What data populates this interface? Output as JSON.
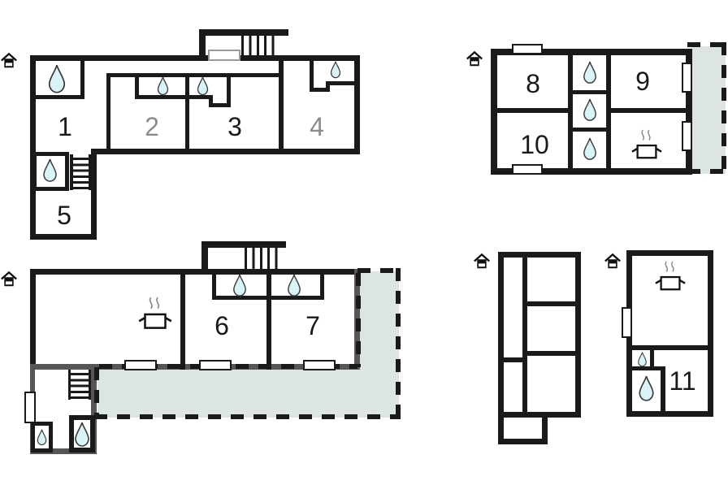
{
  "document": {
    "type": "vacation-house-floor-plan",
    "background": "#ffffff"
  },
  "colors": {
    "wall": "#1a1a1a",
    "gray_wall": "#565656",
    "terrace_fill": "#dce5e1",
    "drop_fill": "#d9f4f8",
    "drop_stroke": "#3a3a3a",
    "label_dark": "#1a1a1a",
    "label_gray": "#8c8c8c",
    "marker_fill": "#ffffff"
  },
  "rooms": [
    {
      "label": "1",
      "tone": "dark"
    },
    {
      "label": "2",
      "tone": "gray"
    },
    {
      "label": "3",
      "tone": "dark"
    },
    {
      "label": "4",
      "tone": "gray"
    },
    {
      "label": "5",
      "tone": "dark"
    },
    {
      "label": "6",
      "tone": "dark"
    },
    {
      "label": "7",
      "tone": "dark"
    },
    {
      "label": "8",
      "tone": "dark"
    },
    {
      "label": "9",
      "tone": "dark"
    },
    {
      "label": "10",
      "tone": "dark"
    },
    {
      "label": "11",
      "tone": "dark"
    }
  ],
  "buildings": [
    {
      "name": "upper-left-wing",
      "room_labels": [
        "1",
        "2",
        "3",
        "4",
        "5"
      ],
      "water_drops": 5,
      "cooking_pots": 0,
      "staircases": 2,
      "entrance_icon": "house-icon",
      "terrace": false
    },
    {
      "name": "upper-right-unit",
      "room_labels": [
        "8",
        "9",
        "10"
      ],
      "water_drops": 3,
      "cooking_pots": 1,
      "staircases": 0,
      "entrance_icon": "house-icon",
      "terrace": true
    },
    {
      "name": "lower-left-wing",
      "room_labels": [
        "6",
        "7"
      ],
      "water_drops": 4,
      "cooking_pots": 1,
      "staircases": 2,
      "entrance_icon": "house-icon",
      "terrace": true
    },
    {
      "name": "lower-middle-unit",
      "room_labels": [],
      "water_drops": 0,
      "cooking_pots": 0,
      "staircases": 0,
      "entrance_icon": "house-icon",
      "terrace": false
    },
    {
      "name": "lower-right-unit",
      "room_labels": [
        "11"
      ],
      "water_drops": 2,
      "cooking_pots": 1,
      "staircases": 0,
      "entrance_icon": "house-icon",
      "terrace": false
    }
  ]
}
